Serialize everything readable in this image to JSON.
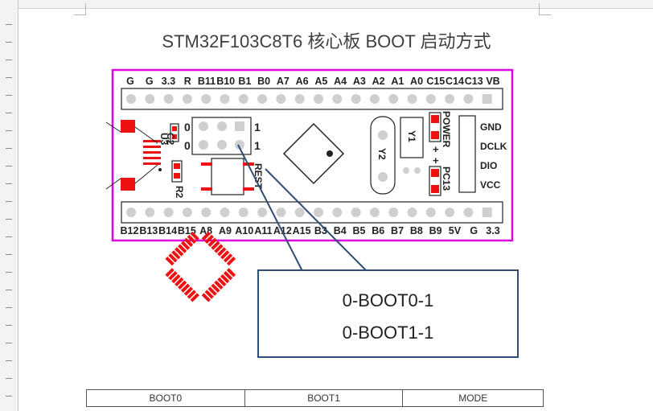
{
  "title": "STM32F103C8T6 核心板 BOOT 启动方式",
  "top_pins": [
    "G",
    "G",
    "3.3",
    "R",
    "B11",
    "B10",
    "B1",
    "B0",
    "A7",
    "A6",
    "A5",
    "A4",
    "A3",
    "A2",
    "A1",
    "A0",
    "C15",
    "C14",
    "C13",
    "VB"
  ],
  "bottom_pins": [
    "B12",
    "B13",
    "B14",
    "B15",
    "A8",
    "A9",
    "A10",
    "A11",
    "A12",
    "A15",
    "B3",
    "B4",
    "B5",
    "B6",
    "B7",
    "B8",
    "B9",
    "5V",
    "G",
    "3.3"
  ],
  "right_labels": [
    "GND",
    "DCLK",
    "DIO",
    "VCC"
  ],
  "component_labels": {
    "u3": "U3",
    "c2": "C2",
    "r2": "R2",
    "rest": "REST",
    "y1": "Y1",
    "y2": "Y2",
    "power": "POWER",
    "pc13": "PC13",
    "jumper_left_top": "0",
    "jumper_left_bottom": "0",
    "jumper_right_top": "1",
    "jumper_right_bottom": "1",
    "plus1": "+",
    "plus2": "+"
  },
  "callout": {
    "line1": "0-BOOT0-1",
    "line2": "0-BOOT1-1"
  },
  "table_headers": [
    "BOOT0",
    "BOOT1",
    "MODE"
  ],
  "colors": {
    "board_border": "#e000e0",
    "pad_red": "#ee1111",
    "pin_pad": "#cfcfcf",
    "callout_border": "#2f4f75"
  }
}
